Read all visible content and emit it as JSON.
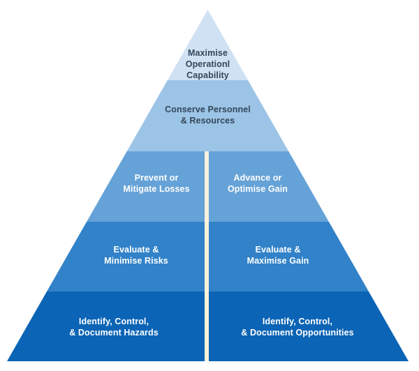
{
  "colors": {
    "background": "#ffffff",
    "divider": "#f8f2dc",
    "dark_text": "#33475b",
    "light_text": "#ffffff"
  },
  "pyramid": {
    "type": "pyramid-diagram",
    "levels": [
      {
        "name": "level-1",
        "color": "#cfe1f2",
        "label": "Maximise\nOperationl\nCapability"
      },
      {
        "name": "level-2",
        "color": "#9cc4e6",
        "label": "Conserve Personnel\n& Resources"
      },
      {
        "name": "level-3",
        "color": "#65a2d7",
        "left_label": "Prevent or\nMitigate Losses",
        "right_label": "Advance or\nOptimise Gain"
      },
      {
        "name": "level-4",
        "color": "#3182c8",
        "left_label": "Evaluate &\nMinimise Risks",
        "right_label": "Evaluate &\nMaximise Gain"
      },
      {
        "name": "level-5",
        "color": "#0b64b5",
        "left_label": "Identify, Control,\n& Document Hazards",
        "right_label": "Identify, Control,\n& Document Opportunities"
      }
    ]
  }
}
